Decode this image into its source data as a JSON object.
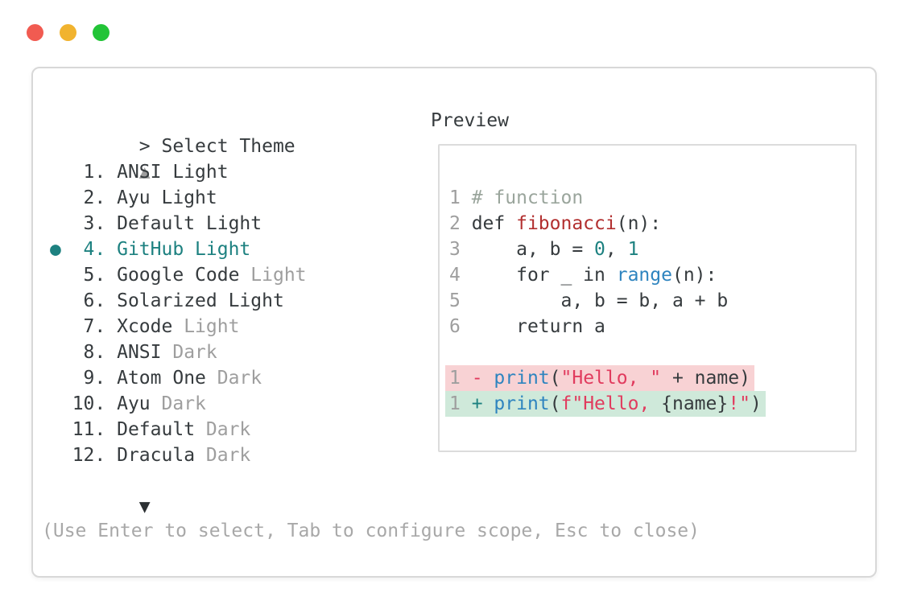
{
  "palette": {
    "dark": "#363b3e",
    "gray": "#9e9e9e",
    "help_gray": "#a8a8a8",
    "arrow_dark": "#2c3033",
    "teal": "#1d8180",
    "blue": "#2e84bf",
    "crimson": "#e13b5e",
    "dark_red": "#b22f2f",
    "comment": "#9aa59c",
    "diff_removed_bg": "#f8d2d4",
    "diff_added_bg": "#cfe9da"
  },
  "window": {
    "traffic_lights": [
      {
        "name": "close",
        "color": "#f15b51"
      },
      {
        "name": "minimize",
        "color": "#f1b32f"
      },
      {
        "name": "zoom",
        "color": "#22c437"
      }
    ]
  },
  "picker": {
    "title": "> Select Theme",
    "scroll_up_indicator": "▲",
    "scroll_down_indicator": "▼",
    "selected_bullet": "●",
    "items": [
      {
        "number": 1,
        "name": "ANSI Light",
        "suffix": "",
        "selected": false
      },
      {
        "number": 2,
        "name": "Ayu Light",
        "suffix": "",
        "selected": false
      },
      {
        "number": 3,
        "name": "Default Light",
        "suffix": "",
        "selected": false
      },
      {
        "number": 4,
        "name": "GitHub Light",
        "suffix": "",
        "selected": true
      },
      {
        "number": 5,
        "name": "Google Code",
        "suffix": "Light",
        "selected": false
      },
      {
        "number": 6,
        "name": "Solarized Light",
        "suffix": "",
        "selected": false
      },
      {
        "number": 7,
        "name": "Xcode",
        "suffix": "Light",
        "selected": false
      },
      {
        "number": 8,
        "name": "ANSI",
        "suffix": "Dark",
        "selected": false
      },
      {
        "number": 9,
        "name": "Atom One",
        "suffix": "Dark",
        "selected": false
      },
      {
        "number": 10,
        "name": "Ayu",
        "suffix": "Dark",
        "selected": false
      },
      {
        "number": 11,
        "name": "Default",
        "suffix": "Dark",
        "selected": false
      },
      {
        "number": 12,
        "name": "Dracula",
        "suffix": "Dark",
        "selected": false
      }
    ],
    "help_text": "(Use Enter to select, Tab to configure scope, Esc to close)"
  },
  "preview": {
    "label": "Preview",
    "lines": [
      {
        "num": "1",
        "tokens": [
          {
            "t": "# function",
            "c": "comment"
          }
        ]
      },
      {
        "num": "2",
        "tokens": [
          {
            "t": "def ",
            "c": "dark"
          },
          {
            "t": "fibonacci",
            "c": "darkred"
          },
          {
            "t": "(n):",
            "c": "dark"
          }
        ]
      },
      {
        "num": "3",
        "tokens": [
          {
            "t": "    a, b = ",
            "c": "dark"
          },
          {
            "t": "0",
            "c": "teal"
          },
          {
            "t": ", ",
            "c": "dark"
          },
          {
            "t": "1",
            "c": "teal"
          }
        ]
      },
      {
        "num": "4",
        "tokens": [
          {
            "t": "    for _ in ",
            "c": "dark"
          },
          {
            "t": "range",
            "c": "blue"
          },
          {
            "t": "(n):",
            "c": "dark"
          }
        ]
      },
      {
        "num": "5",
        "tokens": [
          {
            "t": "        a, b = b, a + b",
            "c": "dark"
          }
        ]
      },
      {
        "num": "6",
        "tokens": [
          {
            "t": "    return a",
            "c": "dark"
          }
        ]
      },
      {
        "blank": true
      },
      {
        "num": "1",
        "diff": "removed",
        "tokens": [
          {
            "t": "- ",
            "c": "crimson"
          },
          {
            "t": "print",
            "c": "blue"
          },
          {
            "t": "(",
            "c": "dark"
          },
          {
            "t": "\"Hello, \"",
            "c": "crimson"
          },
          {
            "t": " + name)",
            "c": "dark"
          }
        ]
      },
      {
        "num": "1",
        "diff": "added",
        "tokens": [
          {
            "t": "+ ",
            "c": "teal"
          },
          {
            "t": "print",
            "c": "blue"
          },
          {
            "t": "(",
            "c": "dark"
          },
          {
            "t": "f\"Hello, ",
            "c": "crimson"
          },
          {
            "t": "{name}",
            "c": "dark"
          },
          {
            "t": "!\"",
            "c": "crimson"
          },
          {
            "t": ")",
            "c": "dark"
          }
        ]
      }
    ]
  }
}
